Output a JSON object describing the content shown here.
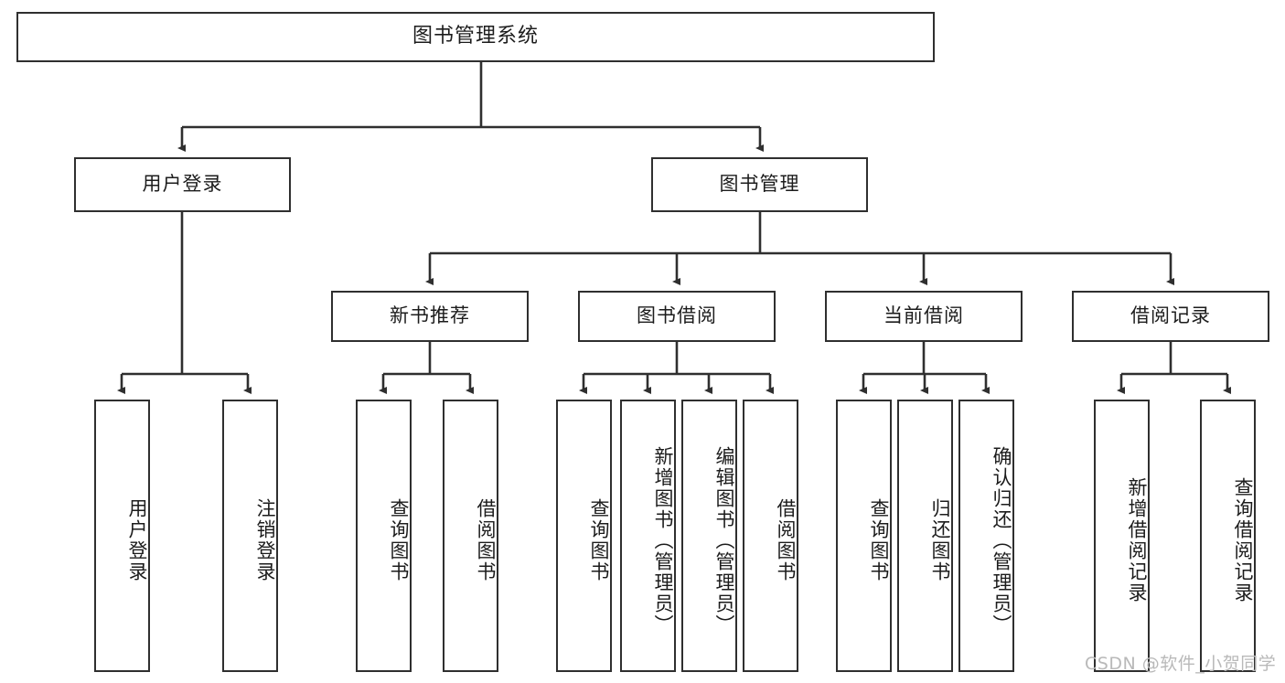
{
  "diagram": {
    "type": "tree",
    "title": "图书管理系统",
    "root": {
      "id": "root",
      "label": "图书管理系统"
    },
    "level2": [
      {
        "id": "user-login",
        "label": "用户登录"
      },
      {
        "id": "book-manage",
        "label": "图书管理"
      }
    ],
    "level3": [
      {
        "id": "new-book-rec",
        "label": "新书推荐",
        "parent": "book-manage"
      },
      {
        "id": "book-borrow",
        "label": "图书借阅",
        "parent": "book-manage"
      },
      {
        "id": "current-borrow",
        "label": "当前借阅",
        "parent": "book-manage"
      },
      {
        "id": "borrow-record",
        "label": "借阅记录",
        "parent": "book-manage"
      }
    ],
    "leaves": {
      "user-login": [
        {
          "id": "leaf-user-login",
          "label": "用户登录"
        },
        {
          "id": "leaf-logout",
          "label": "注销登录"
        }
      ],
      "new-book-rec": [
        {
          "id": "leaf-query-book-1",
          "label": "查询图书"
        },
        {
          "id": "leaf-borrow-book-1",
          "label": "借阅图书"
        }
      ],
      "book-borrow": [
        {
          "id": "leaf-query-book-2",
          "label": "查询图书"
        },
        {
          "id": "leaf-add-book",
          "label": "新增图书（管理员）"
        },
        {
          "id": "leaf-edit-book",
          "label": "编辑图书（管理员）"
        },
        {
          "id": "leaf-borrow-book-2",
          "label": "借阅图书"
        }
      ],
      "current-borrow": [
        {
          "id": "leaf-query-book-3",
          "label": "查询图书"
        },
        {
          "id": "leaf-return-book",
          "label": "归还图书"
        },
        {
          "id": "leaf-confirm-return",
          "label": "确认归还（管理员）"
        }
      ],
      "borrow-record": [
        {
          "id": "leaf-add-record",
          "label": "新增借阅记录"
        },
        {
          "id": "leaf-query-record",
          "label": "查询借阅记录"
        }
      ]
    },
    "watermark": "CSDN @软件_小贺同学",
    "colors": {
      "stroke": "#2f2f2f",
      "fill": "#ffffff",
      "text": "#1c1c1c",
      "watermark": "#b9b9b9"
    }
  }
}
